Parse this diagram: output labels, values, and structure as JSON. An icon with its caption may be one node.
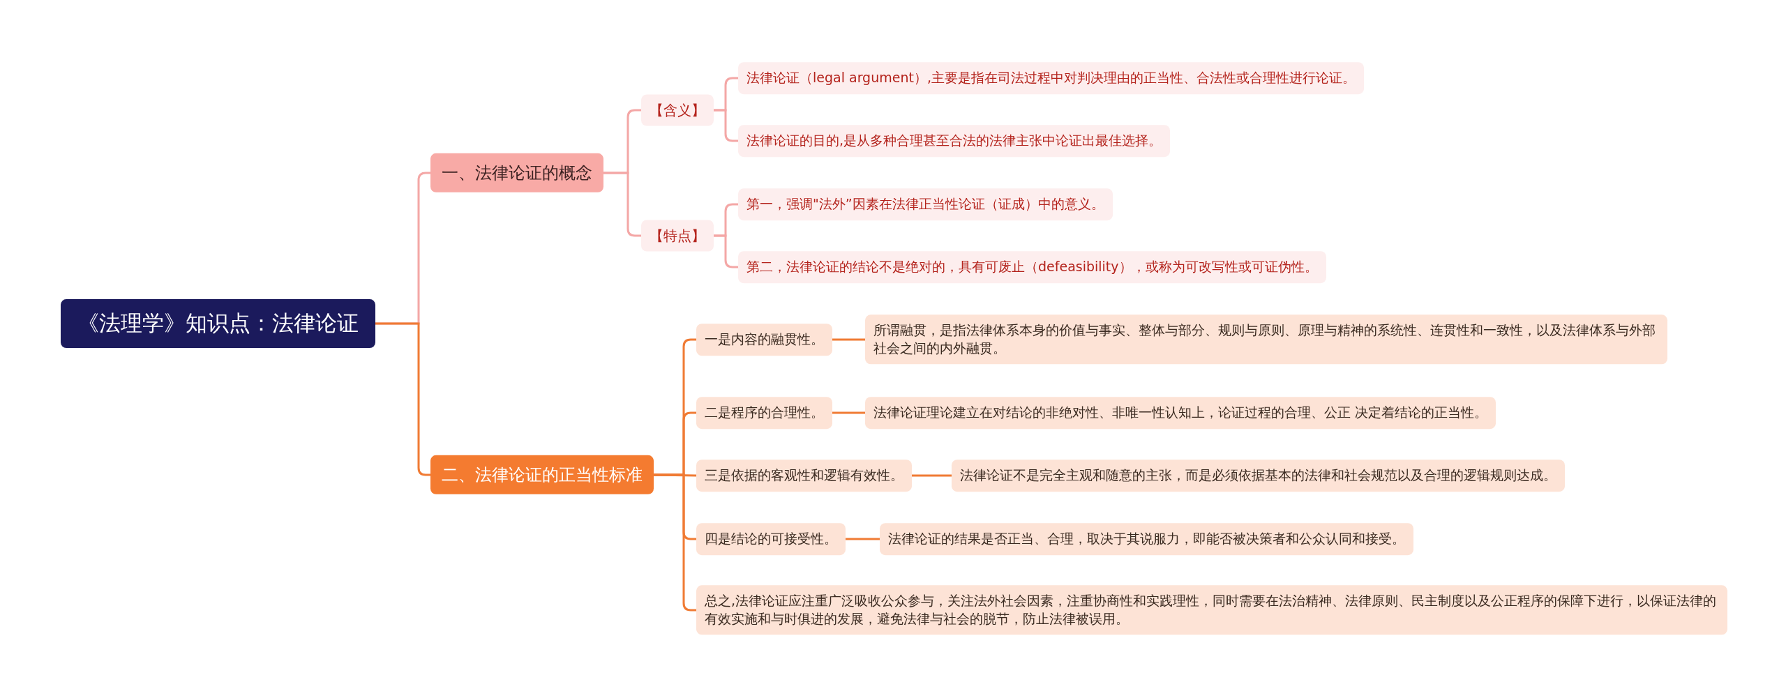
{
  "diagram": {
    "nodes": [
      {
        "text": [
          "《法理学》知识点：法律论证"
        ]
      },
      {
        "text": [
          "一、法律论证的概念"
        ]
      },
      {
        "text": [
          "【含义】"
        ]
      },
      {
        "text": [
          "法律论证（legal argument）,主要是指在司法过程中对判决理由的正当性、合法性或合理性进行论证。"
        ]
      },
      {
        "text": [
          "法律论证的目的,是从多种合理甚至合法的法律主张中论证出最佳选择。"
        ]
      },
      {
        "text": [
          "【特点】"
        ]
      },
      {
        "text": [
          "第一，强调\"法外”因素在法律正当性论证（证成）中的意义。"
        ]
      },
      {
        "text": [
          "第二，法律论证的结论不是绝对的，具有可废止（defeasibility），或称为可改写性或可证伪性。"
        ]
      },
      {
        "text": [
          "二、法律论证的正当性标准"
        ]
      },
      {
        "text": [
          "一是内容的融贯性。"
        ]
      },
      {
        "text": [
          "所谓融贯，是指法律体系本身的价值与事实、整体与部分、规则与原则、原理与精神的系统性、连贯性和一致性，以及法律体系与外部社会之间的内外融贯。"
        ]
      },
      {
        "text": [
          "二是程序的合理性。"
        ]
      },
      {
        "text": [
          "法律论证理论建立在对结论的非绝对性、非唯一性认知上，论证过程的合理、公正 决定着结论的正当性。"
        ]
      },
      {
        "text": [
          "三是依据的客观性和逻辑有效性。"
        ]
      },
      {
        "text": [
          "法律论证不是完全主观和随意的主张，而是必须依据基本的法律和社会规范以及合理的逻辑规则达成。"
        ]
      },
      {
        "text": [
          "四是结论的可接受性。"
        ]
      },
      {
        "text": [
          "法律论证的结果是否正当、合理，取决于其说服力，即能否被决策者和公众认同和接受。"
        ]
      },
      {
        "text": [
          "总之,法律论证应注重广泛吸收公众参与，关注法外社会因素，注重协商性和实践理性，同时需要在法治精神、法律原则、民主制度以及公正程序的保障下进行，以保证法律的有效实施和与时俱进的发展，避免法律与社会的脱节，防止法律被误用。"
        ]
      }
    ],
    "edges": [
      {
        "from": 0,
        "to": 1,
        "arrow": "none",
        "color": "#f4a7a6"
      },
      {
        "from": 1,
        "to": 2,
        "arrow": "none",
        "color": "#f4a7a6"
      },
      {
        "from": 2,
        "to": 3,
        "arrow": "none",
        "color": "#f4a7a6"
      },
      {
        "from": 2,
        "to": 4,
        "arrow": "none",
        "color": "#f4a7a6"
      },
      {
        "from": 1,
        "to": 5,
        "arrow": "none",
        "color": "#f4a7a6"
      },
      {
        "from": 5,
        "to": 6,
        "arrow": "none",
        "color": "#f4a7a6"
      },
      {
        "from": 5,
        "to": 7,
        "arrow": "none",
        "color": "#f4a7a6"
      },
      {
        "from": 0,
        "to": 8,
        "arrow": "none"
      },
      {
        "from": 8,
        "to": 9,
        "arrow": "none"
      },
      {
        "from": 9,
        "to": 10,
        "arrow": "none"
      },
      {
        "from": 8,
        "to": 11,
        "arrow": "none"
      },
      {
        "from": 11,
        "to": 12,
        "arrow": "none"
      },
      {
        "from": 8,
        "to": 13,
        "arrow": "none"
      },
      {
        "from": 13,
        "to": 14,
        "arrow": "none"
      },
      {
        "from": 8,
        "to": 15,
        "arrow": "none"
      },
      {
        "from": 15,
        "to": 16,
        "arrow": "none"
      },
      {
        "from": 8,
        "to": 17,
        "arrow": "none"
      }
    ]
  }
}
